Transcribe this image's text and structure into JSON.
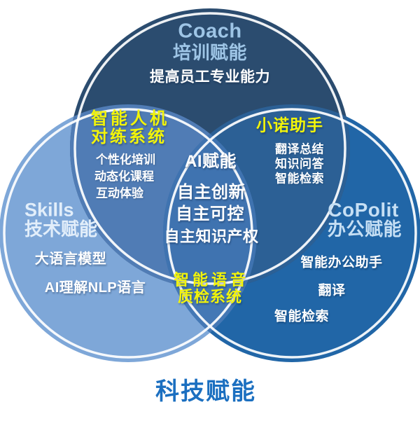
{
  "palette": {
    "circle_top_fill": "#2b4c6f",
    "circle_left_fill": "#7ea7d8",
    "circle_right_fill": "#2166a7",
    "overlap_top_left": "#507cb5",
    "overlap_top_right": "#2c6095",
    "overlap_left_right": "#4478b5",
    "overlap_center": "#3f73b0",
    "ring_white": "#ffffff",
    "highlight_yellow": "#f2f40a",
    "title_blue": "#1b6fc0"
  },
  "venn": {
    "top_circle": {
      "name": "Coach",
      "subtitle": "培训赋能",
      "tagline": "提高员工专业能力"
    },
    "left_circle": {
      "name": "Skills",
      "subtitle": "技术赋能",
      "items": [
        "大语言模型",
        "AI理解NLP语言"
      ]
    },
    "right_circle": {
      "name": "CoPolit",
      "subtitle": "办公赋能",
      "items": [
        "智能办公助手",
        "翻译",
        "智能检索"
      ]
    },
    "top_left_overlap": {
      "heading_line1": "智能人机",
      "heading_line2": "对练系统",
      "items": [
        "个性化培训",
        "动态化课程",
        "互动体验"
      ]
    },
    "top_right_overlap": {
      "heading": "小诺助手",
      "items": [
        "翻译总结",
        "知识问答",
        "智能检索"
      ]
    },
    "center_overlap": {
      "heading": "AI赋能",
      "items": [
        "自主创新",
        "自主可控",
        "自主知识产权"
      ]
    },
    "bottom_overlap": {
      "heading_line1": "智能语音",
      "heading_line2": "质检系统"
    }
  },
  "footer": {
    "title": "科技赋能"
  }
}
